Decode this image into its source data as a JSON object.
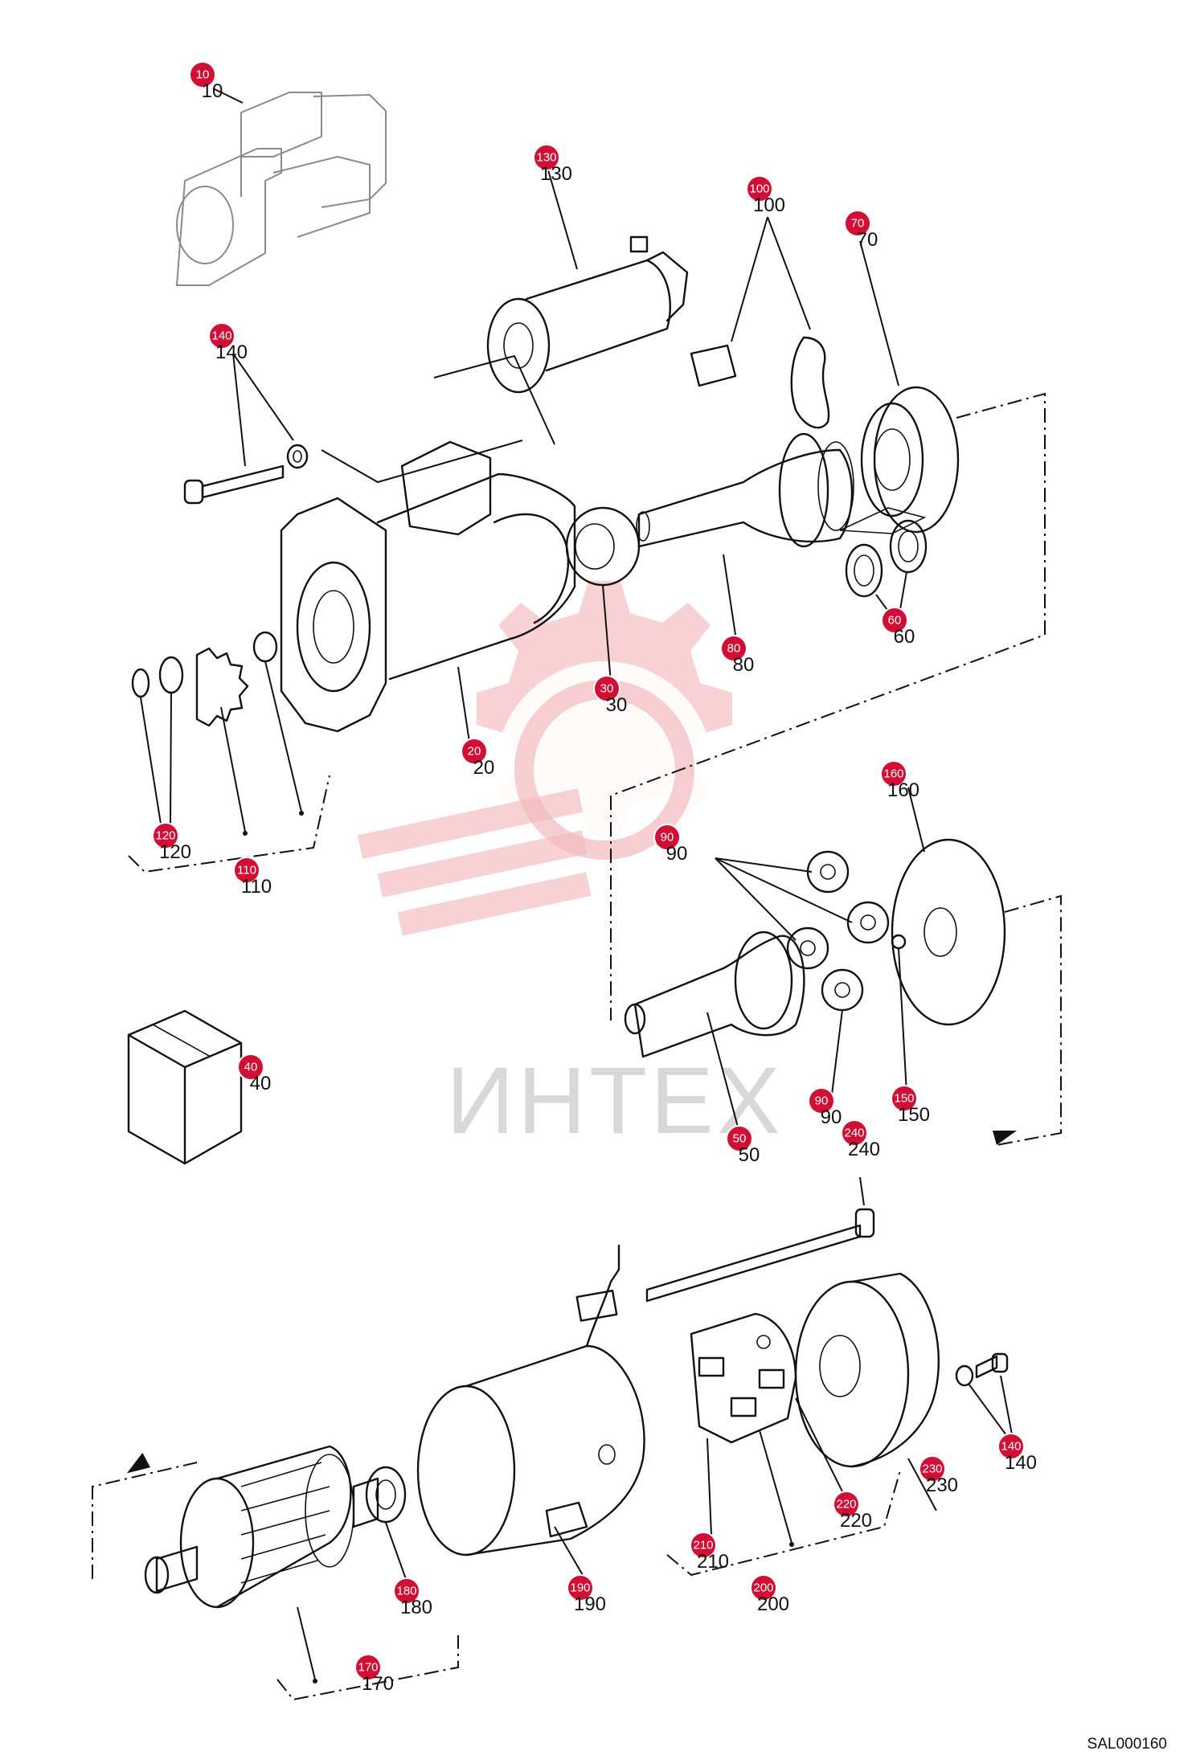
{
  "drawing_code": "SAL000160",
  "watermark_text": "ИНТЕХ",
  "callouts": [
    {
      "id": "10",
      "label": "10"
    },
    {
      "id": "20",
      "label": "20"
    },
    {
      "id": "30",
      "label": "30"
    },
    {
      "id": "40",
      "label": "40"
    },
    {
      "id": "50",
      "label": "50"
    },
    {
      "id": "60",
      "label": "60"
    },
    {
      "id": "70",
      "label": "70"
    },
    {
      "id": "80",
      "label": "80"
    },
    {
      "id": "90a",
      "label": "90"
    },
    {
      "id": "90b",
      "label": "90"
    },
    {
      "id": "100",
      "label": "100"
    },
    {
      "id": "110",
      "label": "110"
    },
    {
      "id": "120",
      "label": "120"
    },
    {
      "id": "130",
      "label": "130"
    },
    {
      "id": "140a",
      "label": "140"
    },
    {
      "id": "140b",
      "label": "140"
    },
    {
      "id": "150",
      "label": "150"
    },
    {
      "id": "160",
      "label": "160"
    },
    {
      "id": "170",
      "label": "170"
    },
    {
      "id": "180",
      "label": "180"
    },
    {
      "id": "190",
      "label": "190"
    },
    {
      "id": "200",
      "label": "200"
    },
    {
      "id": "210",
      "label": "210"
    },
    {
      "id": "220",
      "label": "220"
    },
    {
      "id": "230",
      "label": "230"
    },
    {
      "id": "240",
      "label": "240"
    }
  ],
  "colors": {
    "marker": "#d10f34",
    "watermark": "#f2b9bd",
    "line": "#111111"
  }
}
